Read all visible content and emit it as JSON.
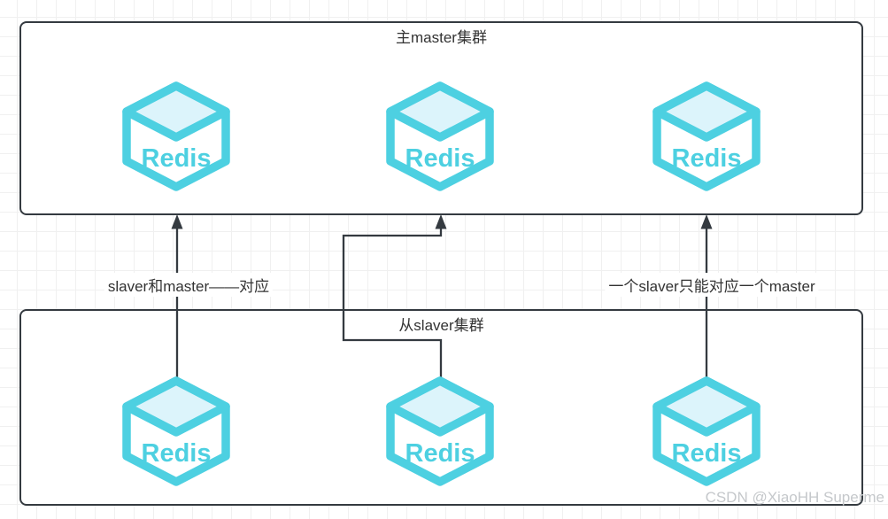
{
  "diagram": {
    "master_cluster": {
      "title": "主master集群",
      "nodes": [
        {
          "label": "Redis"
        },
        {
          "label": "Redis"
        },
        {
          "label": "Redis"
        }
      ]
    },
    "slave_cluster": {
      "title": "从slaver集群",
      "nodes": [
        {
          "label": "Redis"
        },
        {
          "label": "Redis"
        },
        {
          "label": "Redis"
        }
      ]
    },
    "edge_labels": {
      "left": "slaver和master——对应",
      "right": "一个slaver只能对应一个master"
    }
  },
  "watermark": "CSDN @XiaoHH Superme",
  "colors": {
    "redis_cyan": "#4dd0e1",
    "redis_top_face": "#dcf4fb",
    "redis_body_face": "#ffffff",
    "box_border": "#343a40",
    "arrow": "#343a40",
    "label_text": "#333333",
    "watermark_text": "#c5c8cb",
    "grid_line": "#f0f0f0",
    "canvas_bg": "#ffffff"
  }
}
